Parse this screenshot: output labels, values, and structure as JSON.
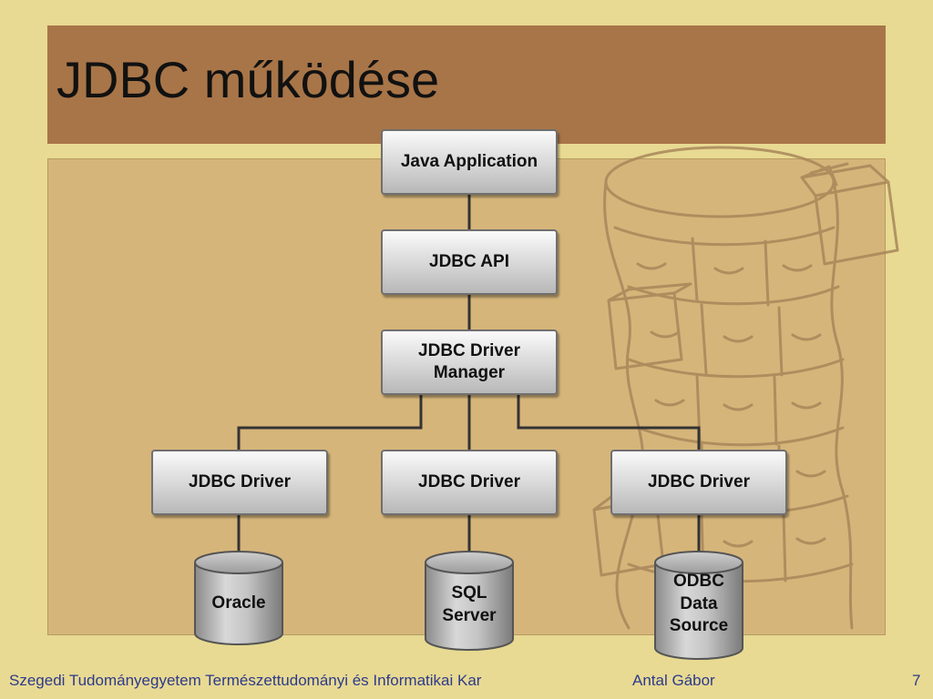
{
  "slide": {
    "title": "JDBC működése",
    "page_number": "7"
  },
  "diagram": {
    "nodes": {
      "java_application": "Java Application",
      "jdbc_api": "JDBC API",
      "driver_manager_line1": "JDBC Driver",
      "driver_manager_line2": "Manager",
      "driver_left": "JDBC Driver",
      "driver_middle": "JDBC Driver",
      "driver_right": "JDBC Driver"
    },
    "databases": {
      "oracle": "Oracle",
      "sql_line1": "SQL",
      "sql_line2": "Server",
      "odbc_line1": "ODBC",
      "odbc_line2": "Data",
      "odbc_line3": "Source"
    }
  },
  "footer": {
    "institution": "Szegedi Tudományegyetem Természettudományi és Informatikai Kar",
    "author": "Antal Gábor"
  },
  "colors": {
    "background": "#e8da92",
    "title_bar": "#a87548",
    "panel": "#d6b57a",
    "footer_text": "#2d3a8c"
  }
}
